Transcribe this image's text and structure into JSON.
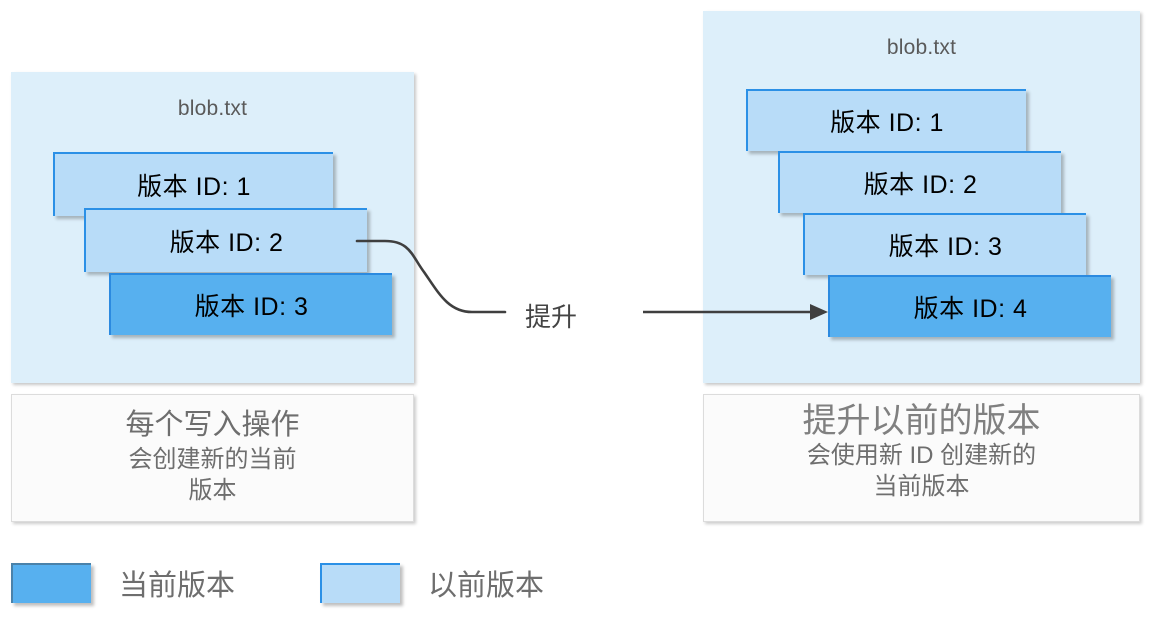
{
  "diagram": {
    "title_left": "blob.txt",
    "title_right": "blob.txt",
    "promote_label": "提升"
  },
  "left_panel": {
    "file_label": "blob.txt",
    "versions": [
      {
        "label": "版本 ID: 1",
        "state": "previous"
      },
      {
        "label": "版本 ID: 2",
        "state": "previous"
      },
      {
        "label": "版本 ID: 3",
        "state": "current"
      }
    ],
    "caption": {
      "line1": "每个写入操作",
      "line2": "会创建新的当前",
      "line3": "版本"
    }
  },
  "right_panel": {
    "file_label": "blob.txt",
    "versions": [
      {
        "label": "版本 ID: 1",
        "state": "previous"
      },
      {
        "label": "版本 ID: 2",
        "state": "previous"
      },
      {
        "label": "版本 ID: 3",
        "state": "previous"
      },
      {
        "label": "版本 ID: 4",
        "state": "current"
      }
    ],
    "caption": {
      "headline": "提升以前的版本",
      "line1": "会使用新 ID 创建新的",
      "line2": "当前版本"
    }
  },
  "legend": {
    "items": [
      {
        "label": "当前版本",
        "state": "current",
        "color": "#57b0ef"
      },
      {
        "label": "以前版本",
        "state": "previous",
        "color": "#b8dcf8"
      }
    ]
  },
  "colors": {
    "container_bg": "#ddeffa",
    "previous_version": "#b8dcf8",
    "previous_border": "#2b90e6",
    "current_version": "#57b0ef",
    "current_border": "#2b8ae0",
    "caption_bg": "#fbfbfb",
    "caption_border": "#dcdcdc",
    "text_grey": "#6e6e6e",
    "connector": "#3f3f3f"
  }
}
